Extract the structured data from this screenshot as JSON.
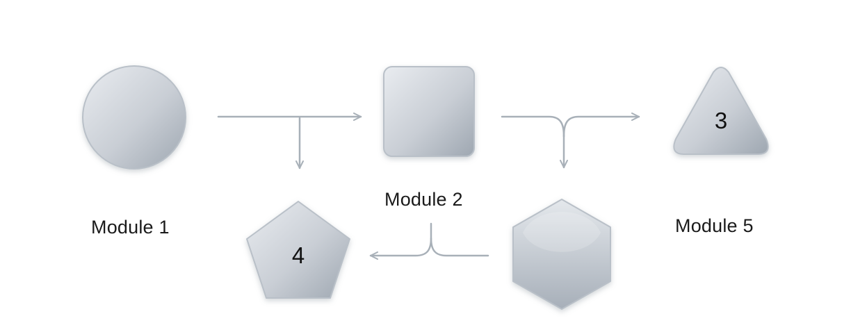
{
  "modules": {
    "module_1_label": "Module 1",
    "module_2_label": "Module 2",
    "module_5_label": "Module 5",
    "triangle_number": "3",
    "pentagon_number": "4"
  },
  "shapes": {
    "circle": "circle",
    "square": "rounded-square",
    "triangle": "triangle",
    "pentagon": "pentagon",
    "hexagon": "hexagon"
  },
  "colors": {
    "shape_fill_light": "#dfe3e8",
    "shape_fill_dark": "#a9b1ba",
    "shape_stroke": "#b9c0c8",
    "connector": "#a8b0b8"
  }
}
